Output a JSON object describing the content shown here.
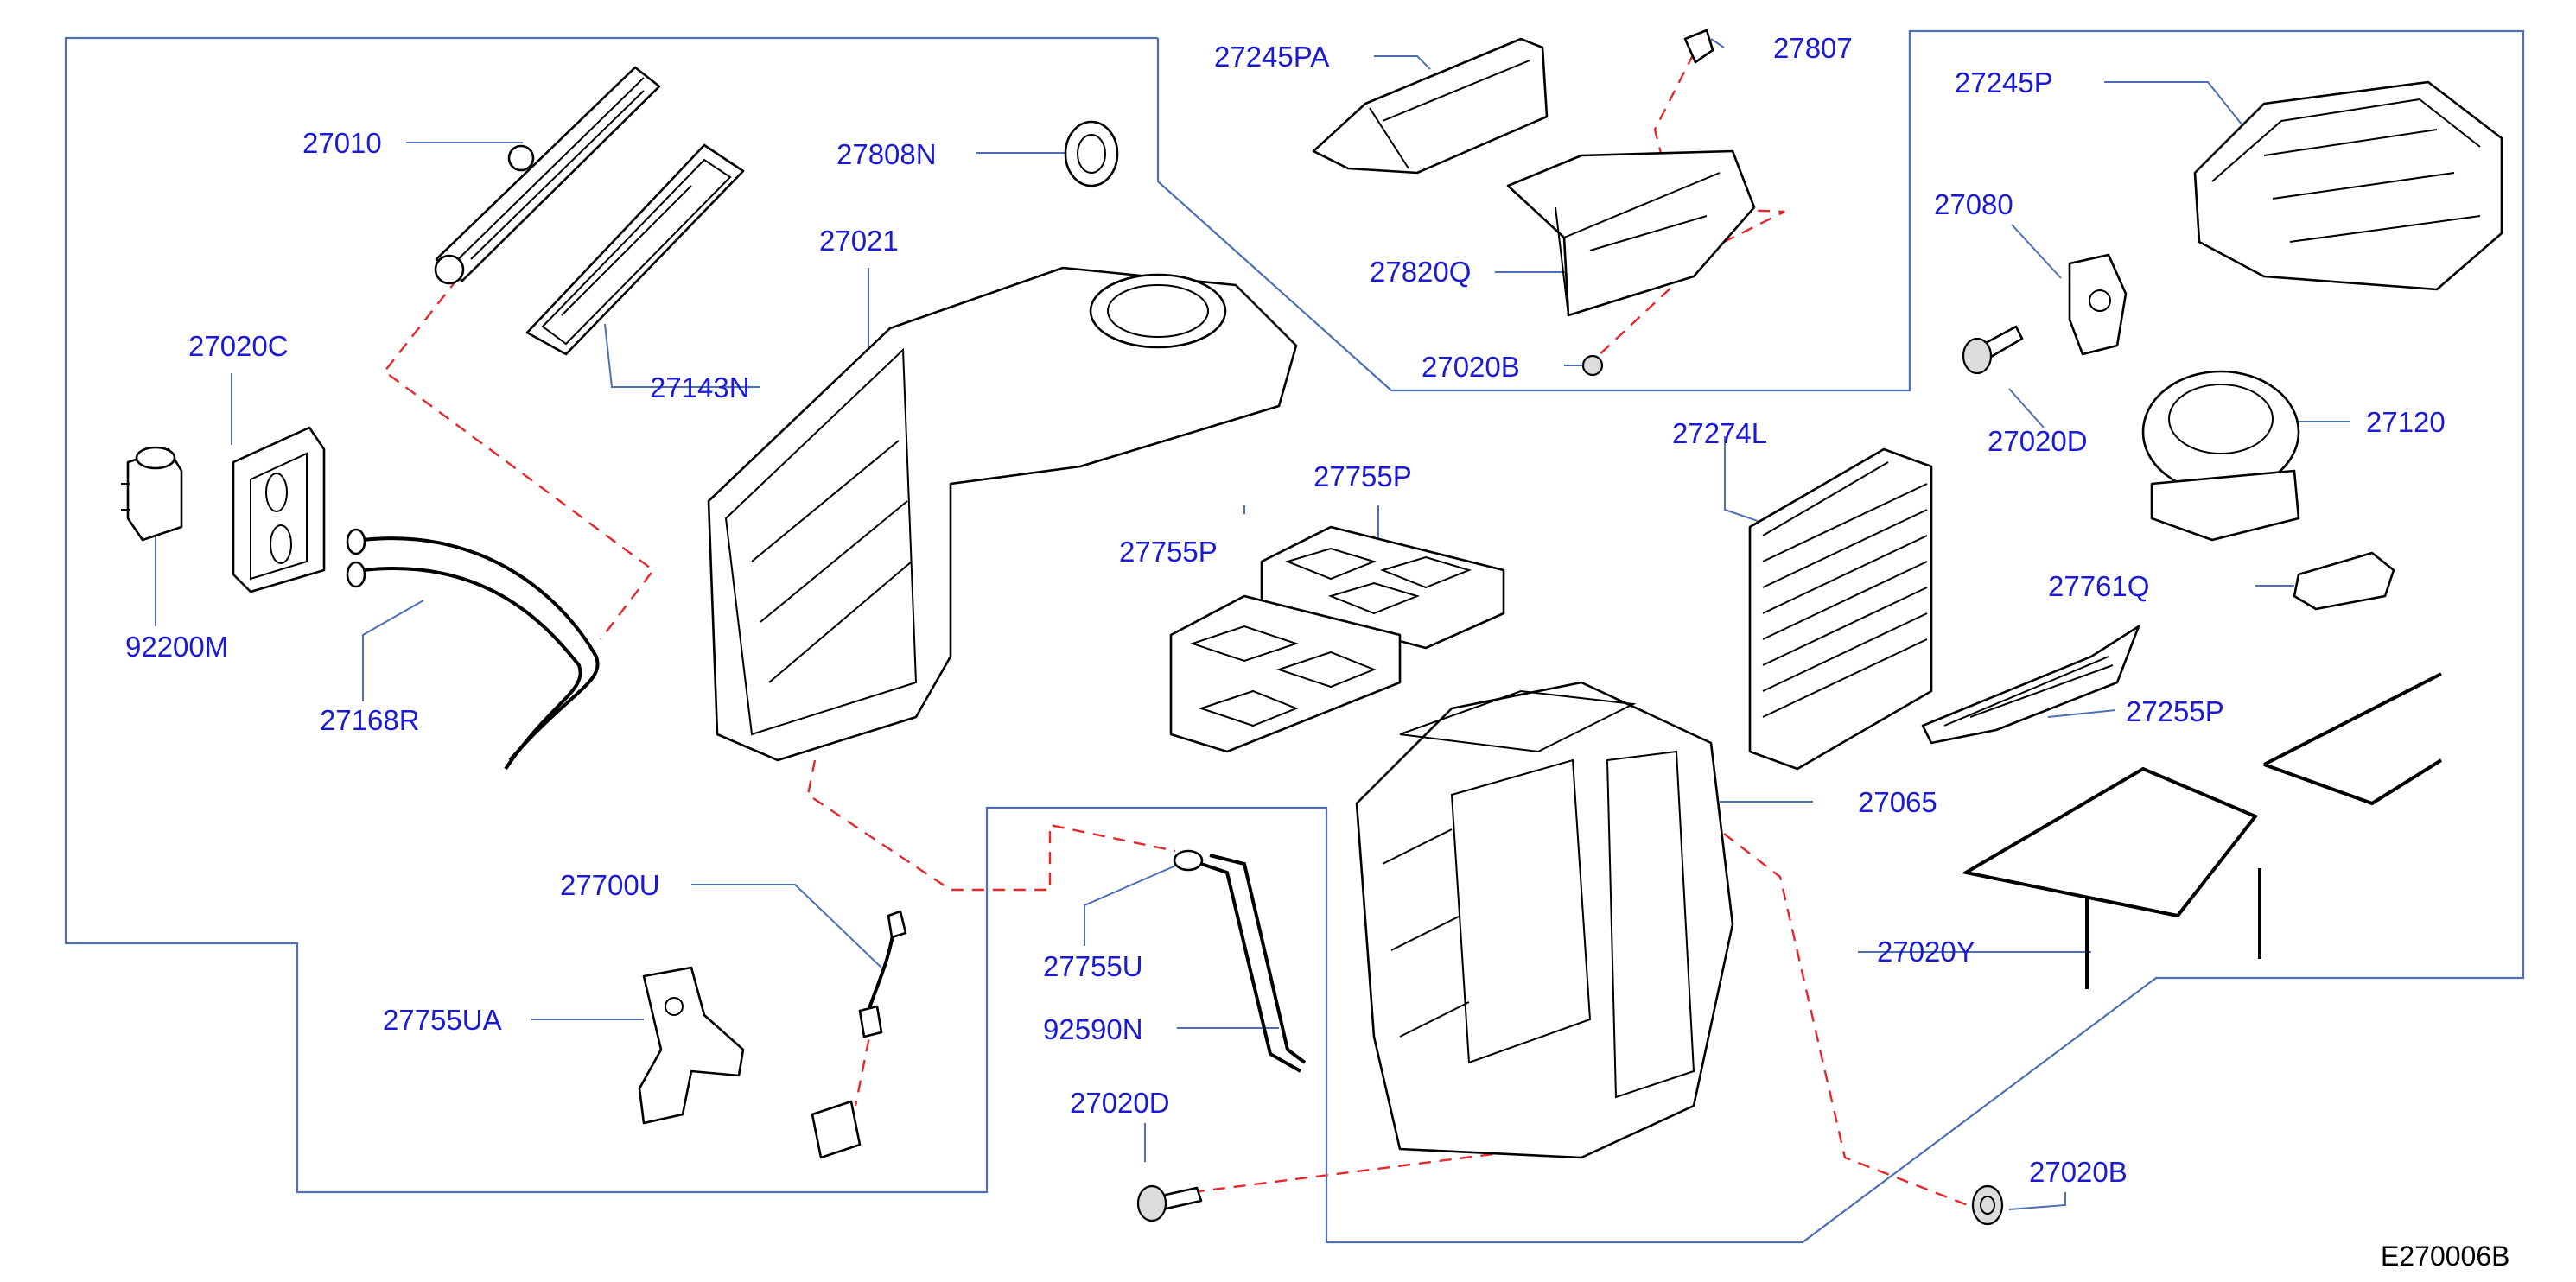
{
  "diagram_code": "E270006B",
  "labels": {
    "p27010": "27010",
    "p27143N": "27143N",
    "p27020C": "27020C",
    "p92200M": "92200M",
    "p27168R": "27168R",
    "p27021": "27021",
    "p27808N": "27808N",
    "p27245PA": "27245PA",
    "p27807": "27807",
    "p27820Q": "27820Q",
    "p27020B_top": "27020B",
    "p27245P": "27245P",
    "p27080": "27080",
    "p27020D_right": "27020D",
    "p27120": "27120",
    "p27274L": "27274L",
    "p27755P_a": "27755P",
    "p27755P_b": "27755P",
    "p27761Q": "27761Q",
    "p27255P": "27255P",
    "p27065": "27065",
    "p27020Y": "27020Y",
    "p27700U": "27700U",
    "p27755UA": "27755UA",
    "p27755U": "27755U",
    "p92590N": "92590N",
    "p27020D_bottom": "27020D",
    "p27020B_bottom": "27020B"
  }
}
